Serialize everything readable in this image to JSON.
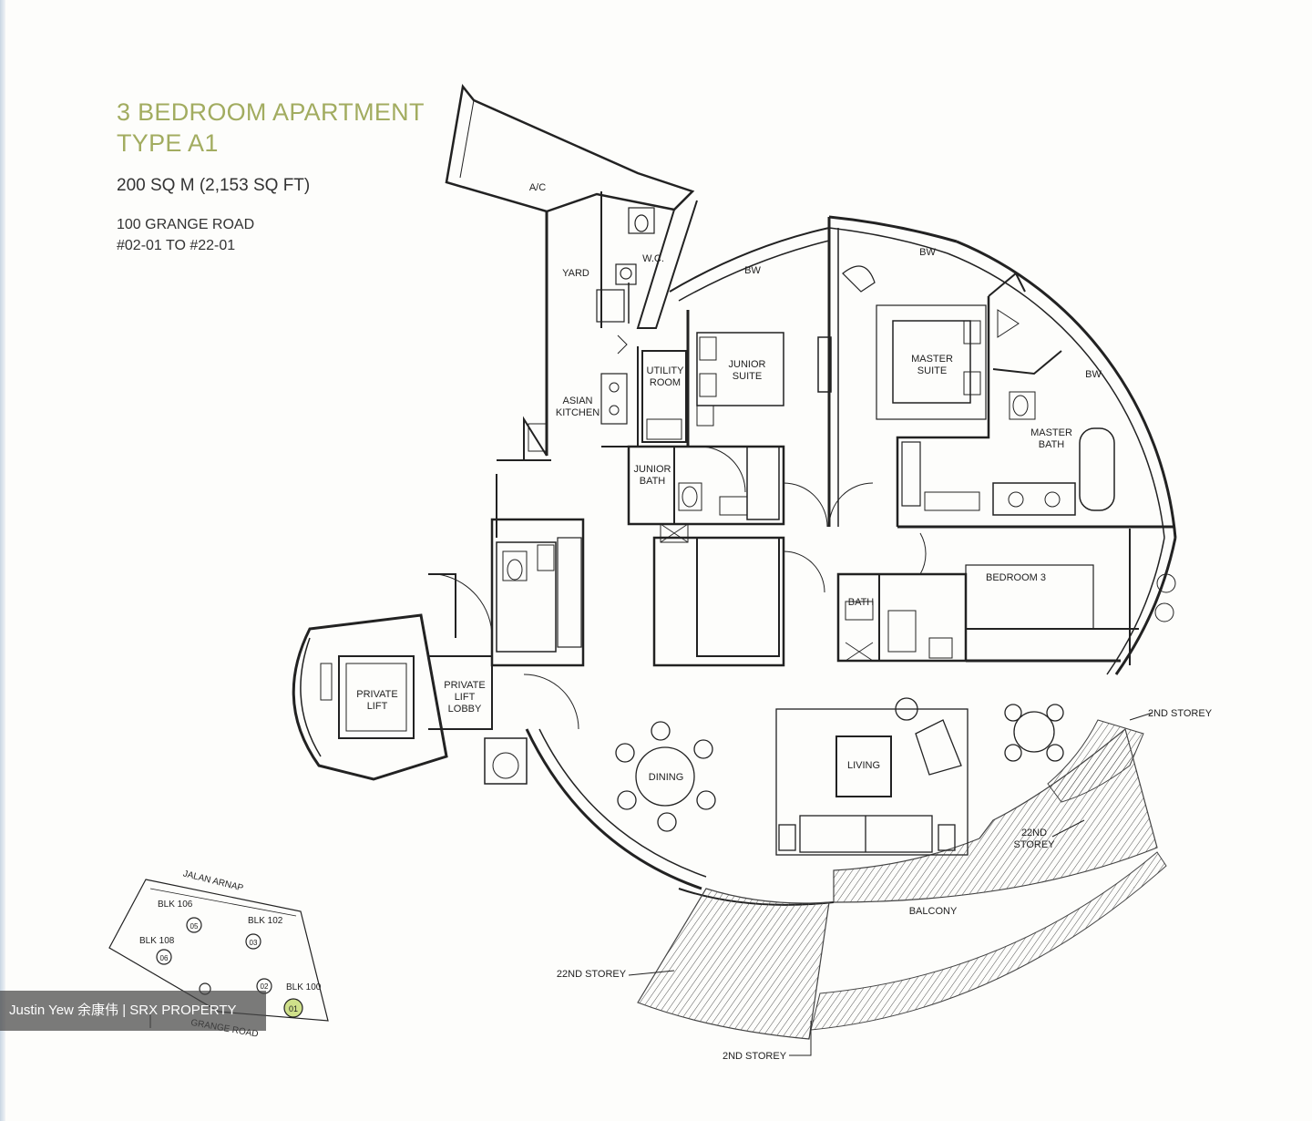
{
  "header": {
    "title_line1": "3 BEDROOM APARTMENT",
    "title_line2": "TYPE A1",
    "area": "200 SQ M (2,153 SQ FT)",
    "address_line1": "100 GRANGE ROAD",
    "address_line2": "#02-01 TO #22-01"
  },
  "rooms": {
    "ac": "A/C",
    "wc": "W.C.",
    "yard": "YARD",
    "bw1": "BW",
    "bw2": "BW",
    "bw3": "BW",
    "utility1": "UTILITY",
    "utility2": "ROOM",
    "junior1": "JUNIOR",
    "junior2": "SUITE",
    "master1": "MASTER",
    "master2": "SUITE",
    "asian1": "ASIAN",
    "asian2": "KITCHEN",
    "jbath1": "JUNIOR",
    "jbath2": "BATH",
    "mbath1": "MASTER",
    "mbath2": "BATH",
    "bedroom3": "BEDROOM 3",
    "bath": "BATH",
    "plift1": "PRIVATE",
    "plift2": "LIFT",
    "lobby1": "PRIVATE",
    "lobby2": "LIFT",
    "lobby3": "LOBBY",
    "dining": "DINING",
    "living": "LIVING",
    "balcony": "BALCONY",
    "st2_right": "2ND STOREY",
    "st22_right1": "22ND",
    "st22_right2": "STOREY",
    "st22_left": "22ND STOREY",
    "st2_bottom": "2ND STOREY"
  },
  "site_map": {
    "jalan": "JALAN ARNAP",
    "blk106": "BLK 106",
    "blk102": "BLK 102",
    "blk108": "BLK 108",
    "blk100": "BLK 100",
    "grange": "GRANGE ROAD",
    "u05": "05",
    "u03": "03",
    "u06": "06",
    "u02": "02",
    "u01": "01"
  },
  "watermark": "Justin Yew 余康伟 | SRX PROPERTY",
  "colors": {
    "title": "#a2ac60",
    "lines": "#222222",
    "highlight": "#cfe08a"
  }
}
